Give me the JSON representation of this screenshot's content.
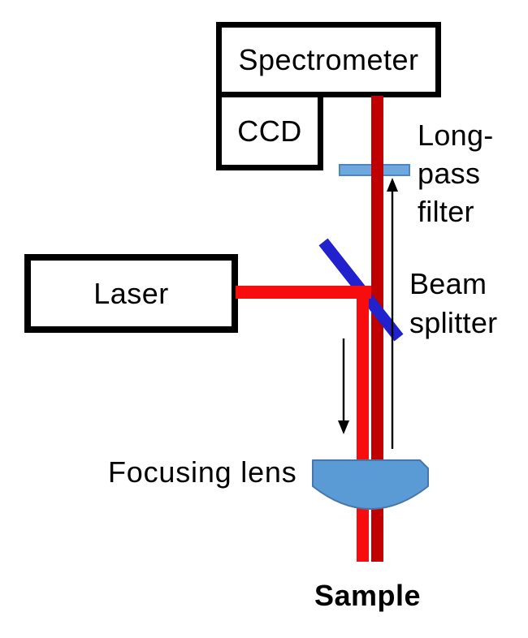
{
  "figure": {
    "type": "optical-measurement-setup-diagram",
    "background": "#ffffff",
    "boxes": {
      "spectrometer": "Spectrometer",
      "ccd": "CCD",
      "laser": "Laser"
    },
    "labels": {
      "longpass_filter": {
        "line1": "Long-",
        "line2": "pass",
        "line3": "filter"
      },
      "beam_splitter": {
        "line1": "Beam",
        "line2": "splitter"
      },
      "focusing_lens": "Focusing lens",
      "sample": "Sample"
    },
    "colors": {
      "excitation_beam": "#F70D0D",
      "collected_beam": "#C00000",
      "beam_splitter": "#2121CE",
      "filter_fill": "#6FA8DC",
      "filter_stroke": "#4A86C8",
      "lens_fill": "#5B9BD5",
      "lens_stroke": "#4576AD",
      "arrow": "#000000",
      "box_outline": "#000000"
    }
  }
}
